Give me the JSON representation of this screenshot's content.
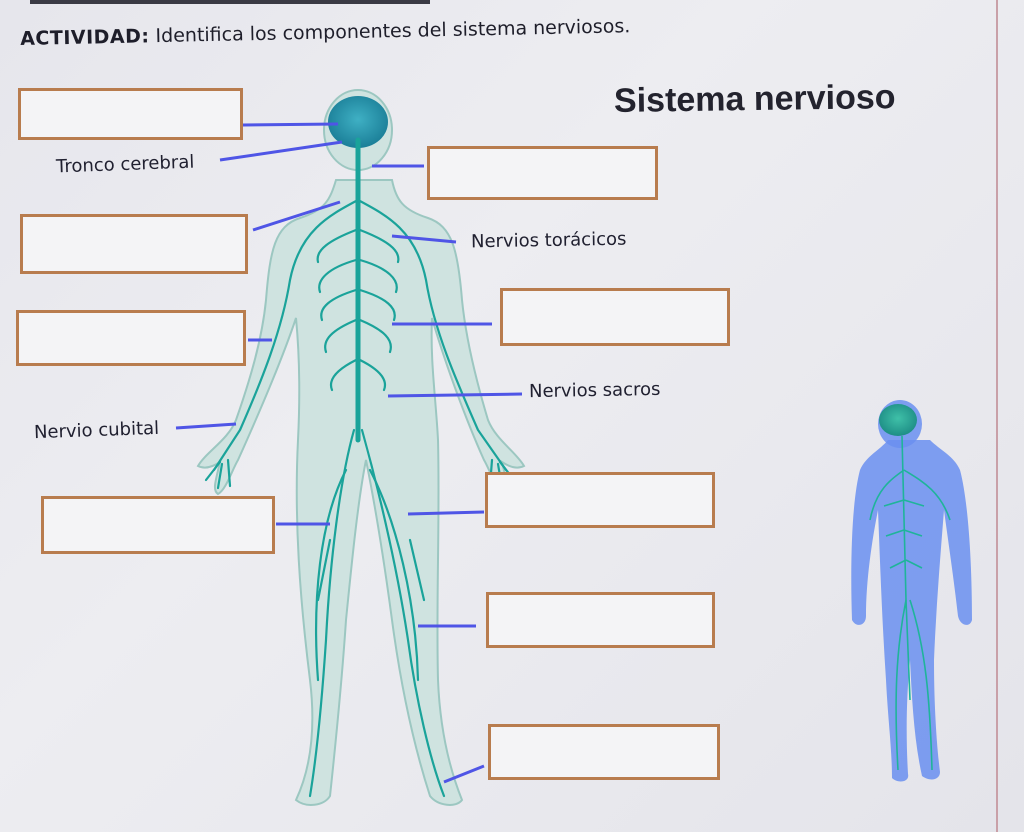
{
  "activity": {
    "label": "ACTIVIDAD:",
    "instruction": "Identifica los componentes del sistema nerviosos."
  },
  "title": "Sistema nervioso",
  "labels": {
    "tronco": "Tronco cerebral",
    "toracicos": "Nervios torácicos",
    "sacros": "Nervios sacros",
    "cubital": "Nervio cubital"
  },
  "answer_boxes": [
    "",
    "",
    "",
    "",
    "",
    "",
    "",
    "",
    ""
  ],
  "colors": {
    "box_border": "#b87c4e",
    "leader_line": "#4f55e6",
    "nerve": "#1aa39a",
    "body": "#cfe3e0",
    "small_figure": "#6a8ff0"
  }
}
